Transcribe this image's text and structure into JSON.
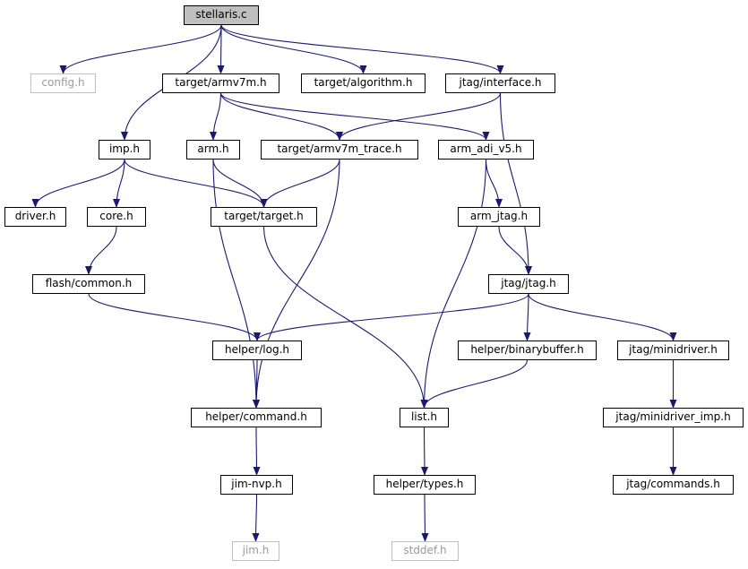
{
  "diagram": {
    "type": "include-dependency-graph",
    "colors": {
      "edge": "#191970",
      "node_border": "#000000",
      "root_fill": "#bfbfbf",
      "missing_border": "#bfbfbf",
      "missing_text": "#9a9a9a"
    },
    "nodes": [
      {
        "id": "stellaris_c",
        "label": "stellaris.c",
        "kind": "root"
      },
      {
        "id": "config_h",
        "label": "config.h",
        "kind": "missing"
      },
      {
        "id": "armv7m_h",
        "label": "target/armv7m.h",
        "kind": "file"
      },
      {
        "id": "algorithm_h",
        "label": "target/algorithm.h",
        "kind": "file"
      },
      {
        "id": "interface_h",
        "label": "jtag/interface.h",
        "kind": "file"
      },
      {
        "id": "imp_h",
        "label": "imp.h",
        "kind": "file"
      },
      {
        "id": "arm_h",
        "label": "arm.h",
        "kind": "file"
      },
      {
        "id": "trace_h",
        "label": "target/armv7m_trace.h",
        "kind": "file"
      },
      {
        "id": "adi_h",
        "label": "arm_adi_v5.h",
        "kind": "file"
      },
      {
        "id": "driver_h",
        "label": "driver.h",
        "kind": "file"
      },
      {
        "id": "core_h",
        "label": "core.h",
        "kind": "file"
      },
      {
        "id": "target_h",
        "label": "target/target.h",
        "kind": "file"
      },
      {
        "id": "arm_jtag_h",
        "label": "arm_jtag.h",
        "kind": "file"
      },
      {
        "id": "common_h",
        "label": "flash/common.h",
        "kind": "file"
      },
      {
        "id": "jtag_h",
        "label": "jtag/jtag.h",
        "kind": "file"
      },
      {
        "id": "log_h",
        "label": "helper/log.h",
        "kind": "file"
      },
      {
        "id": "binbuf_h",
        "label": "helper/binarybuffer.h",
        "kind": "file"
      },
      {
        "id": "minidriver_h",
        "label": "jtag/minidriver.h",
        "kind": "file"
      },
      {
        "id": "command_h",
        "label": "helper/command.h",
        "kind": "file"
      },
      {
        "id": "list_h",
        "label": "list.h",
        "kind": "file"
      },
      {
        "id": "minidriver_imp_h",
        "label": "jtag/minidriver_imp.h",
        "kind": "file"
      },
      {
        "id": "jimnvp_h",
        "label": "jim-nvp.h",
        "kind": "file"
      },
      {
        "id": "types_h",
        "label": "helper/types.h",
        "kind": "file"
      },
      {
        "id": "commands_h",
        "label": "jtag/commands.h",
        "kind": "file"
      },
      {
        "id": "jim_h",
        "label": "jim.h",
        "kind": "missing"
      },
      {
        "id": "stddef_h",
        "label": "stddef.h",
        "kind": "missing"
      }
    ],
    "edges": [
      [
        "stellaris_c",
        "config_h"
      ],
      [
        "stellaris_c",
        "armv7m_h"
      ],
      [
        "stellaris_c",
        "algorithm_h"
      ],
      [
        "stellaris_c",
        "interface_h"
      ],
      [
        "stellaris_c",
        "imp_h"
      ],
      [
        "armv7m_h",
        "arm_h"
      ],
      [
        "armv7m_h",
        "trace_h"
      ],
      [
        "armv7m_h",
        "adi_h"
      ],
      [
        "interface_h",
        "trace_h"
      ],
      [
        "interface_h",
        "jtag_h"
      ],
      [
        "imp_h",
        "driver_h"
      ],
      [
        "imp_h",
        "core_h"
      ],
      [
        "imp_h",
        "target_h"
      ],
      [
        "arm_h",
        "target_h"
      ],
      [
        "arm_h",
        "command_h"
      ],
      [
        "trace_h",
        "target_h"
      ],
      [
        "trace_h",
        "command_h"
      ],
      [
        "adi_h",
        "arm_jtag_h"
      ],
      [
        "adi_h",
        "list_h"
      ],
      [
        "core_h",
        "common_h"
      ],
      [
        "target_h",
        "list_h"
      ],
      [
        "arm_jtag_h",
        "jtag_h"
      ],
      [
        "common_h",
        "log_h"
      ],
      [
        "jtag_h",
        "log_h"
      ],
      [
        "jtag_h",
        "binbuf_h"
      ],
      [
        "jtag_h",
        "minidriver_h"
      ],
      [
        "log_h",
        "command_h"
      ],
      [
        "binbuf_h",
        "list_h"
      ],
      [
        "minidriver_h",
        "minidriver_imp_h"
      ],
      [
        "command_h",
        "jimnvp_h"
      ],
      [
        "list_h",
        "types_h"
      ],
      [
        "minidriver_imp_h",
        "commands_h"
      ],
      [
        "jimnvp_h",
        "jim_h"
      ],
      [
        "types_h",
        "stddef_h"
      ]
    ]
  }
}
